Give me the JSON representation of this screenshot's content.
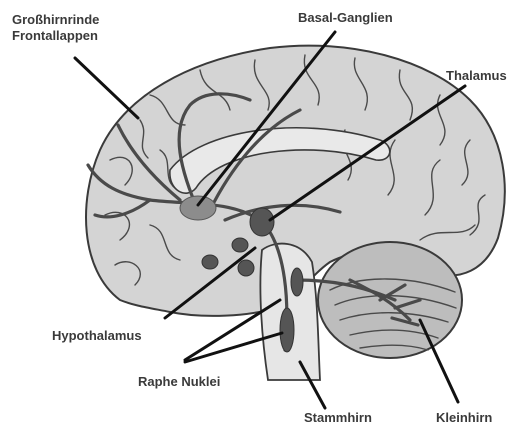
{
  "labels": {
    "grosshirnrinde_line1": "Großhirnrinde",
    "grosshirnrinde_line2": "Frontallappen",
    "basal_ganglien": "Basal-Ganglien",
    "thalamus": "Thalamus",
    "hypothalamus": "Hypothalamus",
    "raphe_nuklei": "Raphe Nuklei",
    "stammhirn": "Stammhirn",
    "kleinhirn": "Kleinhirn"
  },
  "colors": {
    "brain_fill": "#d4d4d4",
    "outline": "#3a3a3a",
    "pathway": "#4a4a4a",
    "nucleus": "#555555",
    "label_text": "#3a3a3a"
  }
}
